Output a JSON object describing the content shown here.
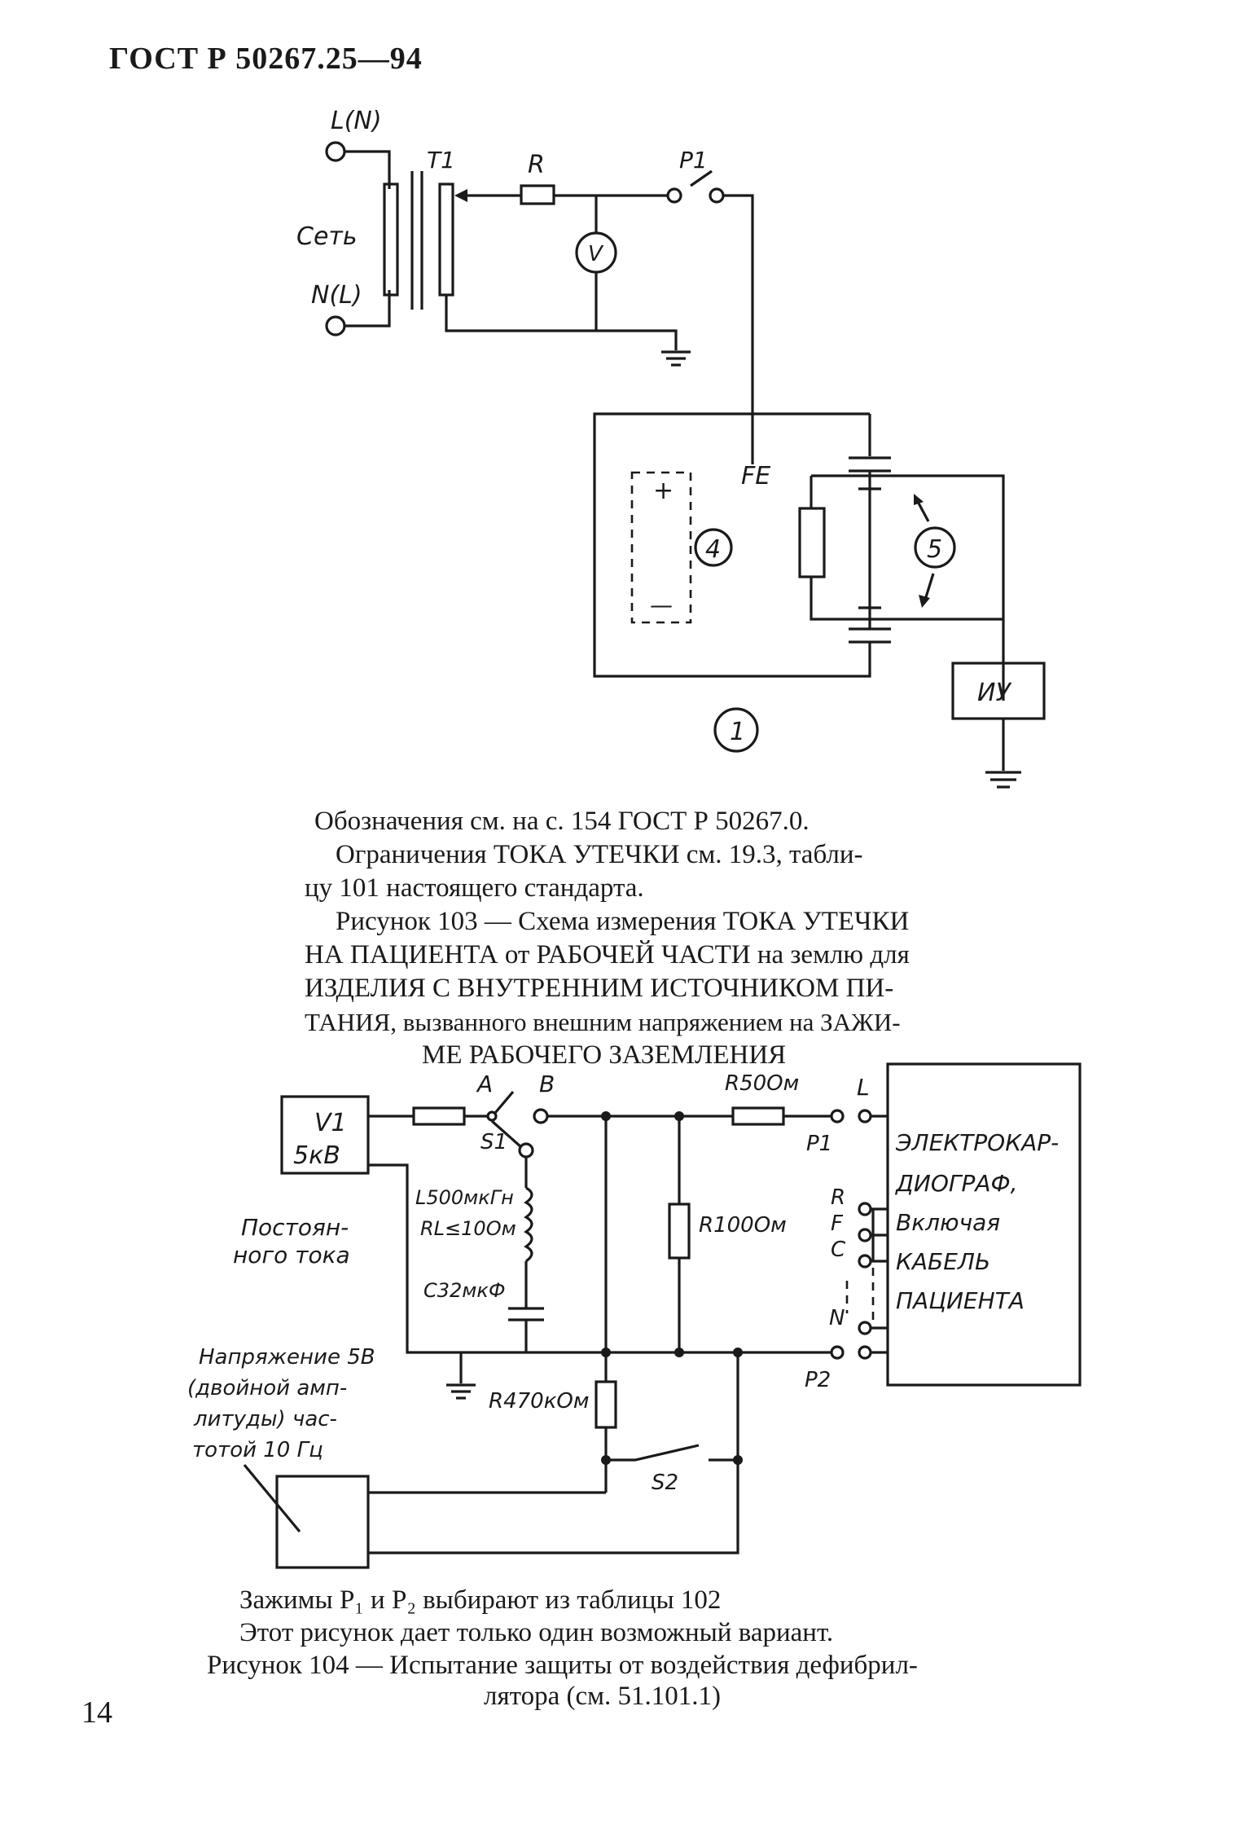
{
  "page": {
    "header": "ГОСТ Р 50267.25—94",
    "page_number": "14"
  },
  "figure103": {
    "labels": {
      "l_n": "L(N)",
      "n_l": "N(L)",
      "mains": "Сеть",
      "t1": "T1",
      "r": "R",
      "p1": "P1",
      "v": "V",
      "fe": "FE",
      "plus": "+",
      "minus": "—",
      "m4": "4",
      "m5": "5",
      "iu": "ИУ",
      "m1": "1"
    },
    "caption": {
      "line1": "Обозначения см. на с. 154 ГОСТ Р 50267.0.",
      "line2": "Ограничения ТОКА УТЕЧКИ  см. 19.3,   табли-",
      "line3": "цу 101 настоящего стандарта.",
      "line4": "Рисунок 103 — Схема измерения ТОКА УТЕЧКИ",
      "line5": "НА ПАЦИЕНТА от РАБОЧЕЙ ЧАСТИ на землю для",
      "line6": "ИЗДЕЛИЯ С ВНУТРЕННИМ  ИСТОЧНИКОМ ПИ-",
      "line7": "ТАНИЯ, вызванного внешним напряжением на ЗАЖИ-",
      "line8": "МЕ РАБОЧЕГО ЗАЗЕМЛЕНИЯ"
    }
  },
  "figure104": {
    "labels": {
      "v1": "V1",
      "v1_value": "5кВ",
      "dc1": "Постоян-",
      "dc2": "ного тока",
      "a": "A",
      "b": "B",
      "s1": "S1",
      "l_coil": "L500мкГн",
      "rl": "RL≤10Ом",
      "c32": "C32мкФ",
      "r50": "R50Ом",
      "r100": "R100Ом",
      "r470": "R470кОм",
      "l": "L",
      "p1": "P1",
      "p2": "P2",
      "s2": "S2",
      "r_lead": "R",
      "f_lead": "F",
      "c_lead": "C",
      "n_lead": "N",
      "ecg1": "ЭЛЕКТРОКАР-",
      "ecg2": "ДИОГРАФ,",
      "ecg3": "Включая",
      "ecg4": "КАБЕЛЬ",
      "ecg5": "ПАЦИЕНТА",
      "ann1": "Напряжение 5В",
      "ann2": "(двойной амп-",
      "ann3": "литуды) час-",
      "ann4": "тотой 10 Гц"
    },
    "caption": {
      "line1": "Зажимы P₁ и P₂ выбирают из таблицы 102",
      "line2": "Этот рисунок дает только один возможный вариант.",
      "line3": "Рисунок 104 — Испытание защиты от воздействия дефибрил-",
      "line4": "лятора (см. 51.101.1)"
    }
  }
}
